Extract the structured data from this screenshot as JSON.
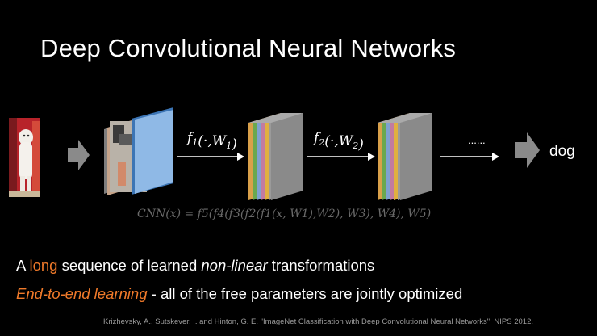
{
  "title": "Deep Convolutional Neural Networks",
  "diagram": {
    "f1_label": "f1(·,W1)",
    "f2_label": "f2(·,W2)",
    "ellipsis": "......",
    "output_label": "dog",
    "input_image": "photo of a white dog standing on hind legs",
    "formula": "CNN(x) = f5(f4(f3(f2(f1(x, W1),W2), W3), W4), W5)",
    "colors": {
      "feature_front": "#8fb9e6",
      "arrow_gray": "#8a8a8a",
      "layer_stack": [
        "#d9a04a",
        "#6aa84f",
        "#7fa1d0",
        "#c27ba0",
        "#e0b040",
        "#9a9a9a"
      ]
    }
  },
  "bullets": {
    "line1": {
      "part1": "A ",
      "highlight": "long",
      "part2": " sequence of learned ",
      "italic": "non-linear",
      "part3": " transformations"
    },
    "line2": {
      "highlight": "End-to-end learning",
      "rest": " - all of the free parameters are jointly optimized"
    }
  },
  "citation": "Krizhevsky, A., Sutskever, I. and Hinton, G. E. \"ImageNet Classification with Deep Convolutional Neural Networks\". NIPS 2012."
}
